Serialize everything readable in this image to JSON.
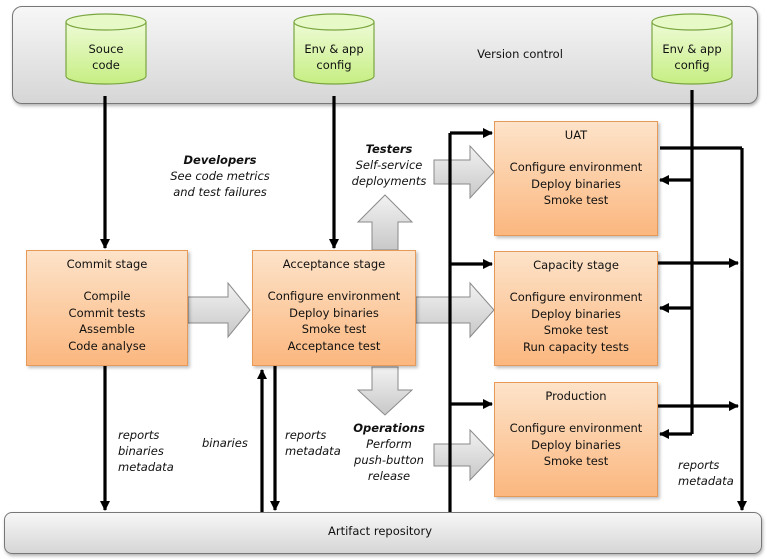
{
  "version_control": {
    "label": "Version control",
    "repos": [
      {
        "line1": "Souce",
        "line2": "code"
      },
      {
        "line1": "Env & app",
        "line2": "config"
      },
      {
        "line1": "Env & app",
        "line2": "config"
      }
    ]
  },
  "artifact_repository": {
    "label": "Artifact repository"
  },
  "stages": {
    "commit": {
      "title": "Commit stage",
      "steps": [
        "Compile",
        "Commit tests",
        "Assemble",
        "Code analyse"
      ]
    },
    "acceptance": {
      "title": "Acceptance stage",
      "steps": [
        "Configure environment",
        "Deploy binaries",
        "Smoke test",
        "Acceptance test"
      ]
    },
    "uat": {
      "title": "UAT",
      "steps": [
        "Configure environment",
        "Deploy binaries",
        "Smoke test"
      ]
    },
    "capacity": {
      "title": "Capacity stage",
      "steps": [
        "Configure environment",
        "Deploy binaries",
        "Smoke test",
        "Run capacity tests"
      ]
    },
    "production": {
      "title": "Production",
      "steps": [
        "Configure environment",
        "Deploy binaries",
        "Smoke test"
      ]
    }
  },
  "annotations": {
    "developers": {
      "title": "Developers",
      "line1": "See code metrics",
      "line2": "and test failures"
    },
    "testers": {
      "title": "Testers",
      "line1": "Self-service",
      "line2": "deployments"
    },
    "operations": {
      "title": "Operations",
      "line1": "Perform",
      "line2": "push-button",
      "line3": "release"
    },
    "commit_outputs": {
      "line1": "reports",
      "line2": "binaries",
      "line3": "metadata"
    },
    "binaries": {
      "line1": "binaries"
    },
    "acceptance_outputs": {
      "line1": "reports",
      "line2": "metadata"
    },
    "production_outputs": {
      "line1": "reports",
      "line2": "metadata"
    }
  },
  "colors": {
    "stage_fill_top": "#fde3c9",
    "stage_fill_bottom": "#fbb77f",
    "stage_border": "#e59a5a",
    "database_fill": "#d7f5a0",
    "database_border": "#7aa640",
    "bar_fill": "#e6e6e6",
    "block_arrow": "#d9d9d9",
    "arrow": "#000000"
  }
}
